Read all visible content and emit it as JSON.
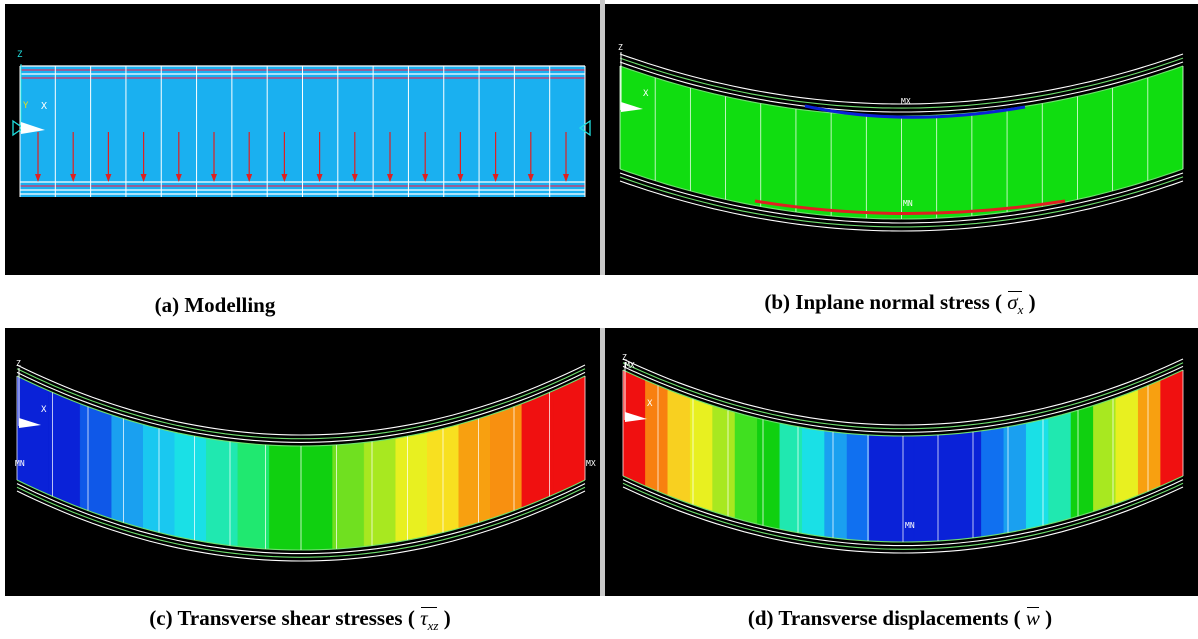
{
  "panels": [
    {
      "id": "a",
      "caption_prefix": "(a) Modelling",
      "symbol": "",
      "subscript": "",
      "suffix": ""
    },
    {
      "id": "b",
      "caption_prefix": "(b) Inplane normal stress (",
      "symbol": "σ",
      "subscript": "x",
      "suffix": ")",
      "labels": {
        "mx": "MX",
        "mn": "MN"
      }
    },
    {
      "id": "c",
      "caption_prefix": "(c) Transverse shear stresses (",
      "symbol": "τ",
      "subscript": "xz",
      "suffix": ")",
      "labels": {
        "mn": "MN",
        "mx": "MX"
      }
    },
    {
      "id": "d",
      "caption_prefix": "(d) Transverse displacements (",
      "symbol": "w",
      "subscript": "",
      "suffix": ")",
      "labels": {
        "mx": "MX",
        "mn": "MN"
      }
    }
  ],
  "axis_labels": {
    "z": "Z",
    "y": "Y",
    "x": "X"
  },
  "colors": {
    "background": "#000000",
    "beam": "#1ab0f0",
    "panel_c_bands": [
      "#0a22d8",
      "#0a22d8",
      "#0f58e8",
      "#1aa0f0",
      "#1ac8f0",
      "#1ae0e6",
      "#20e8b0",
      "#20e870",
      "#10d010",
      "#10d010",
      "#70e020",
      "#a8e820",
      "#e8f020",
      "#f8e020",
      "#f8a010",
      "#f89010",
      "#f01010",
      "#f01010"
    ],
    "panel_d_bands": [
      "#f01010",
      "#f88010",
      "#f8d020",
      "#e8f020",
      "#a8e820",
      "#40e020",
      "#10d010",
      "#20e8b0",
      "#1ae0e6",
      "#1aa0f0",
      "#1070f0",
      "#0a22d8",
      "#0a22d8",
      "#0a22d8",
      "#0a22d8",
      "#0a22d8",
      "#1070f0",
      "#1aa0f0",
      "#1ae0e6",
      "#20e8b0",
      "#10d010",
      "#a8e820",
      "#e8f020",
      "#f8a010",
      "#f01010"
    ],
    "panel_b_fill": "#10dd10",
    "load_arrow": "#e02020"
  }
}
